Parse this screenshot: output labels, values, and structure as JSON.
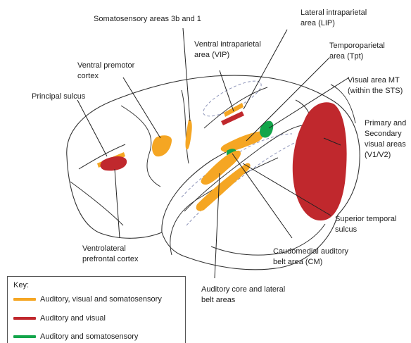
{
  "labels": {
    "somatosensory": "Somatosensory areas 3b and 1",
    "lip_1": "Lateral intraparietal",
    "lip_2": "area (LIP)",
    "vip_1": "Ventral intraparietal",
    "vip_2": "area (VIP)",
    "tpt_1": "Temporoparietal",
    "tpt_2": "area (Tpt)",
    "premotor_1": "Ventral premotor",
    "premotor_2": "cortex",
    "mt_1": "Visual area MT",
    "mt_2": "(within the STS)",
    "principal": "Principal sulcus",
    "v1v2_1": "Primary and",
    "v1v2_2": "Secondary",
    "v1v2_3": "visual areas",
    "v1v2_4": "(V1/V2)",
    "sts_1": "Superior temporal",
    "sts_2": "sulcus",
    "vlpfc_1": "Ventrolateral",
    "vlpfc_2": "prefrontal cortex",
    "cm_1": "Caudomedial auditory",
    "cm_2": "belt area (CM)",
    "core_1": "Auditory core and lateral",
    "core_2": "belt areas"
  },
  "key": {
    "title": "Key:",
    "items": [
      {
        "label": "Auditory, visual and somatosensory",
        "color": "#f5a623"
      },
      {
        "label": "Auditory and visual",
        "color": "#c0282d"
      },
      {
        "label": "Auditory and somatosensory",
        "color": "#12a54a"
      }
    ]
  },
  "colors": {
    "orange": "#f5a623",
    "red": "#c0282d",
    "green": "#12a54a",
    "outline": "#333333",
    "dashed": "#8c93b8"
  }
}
